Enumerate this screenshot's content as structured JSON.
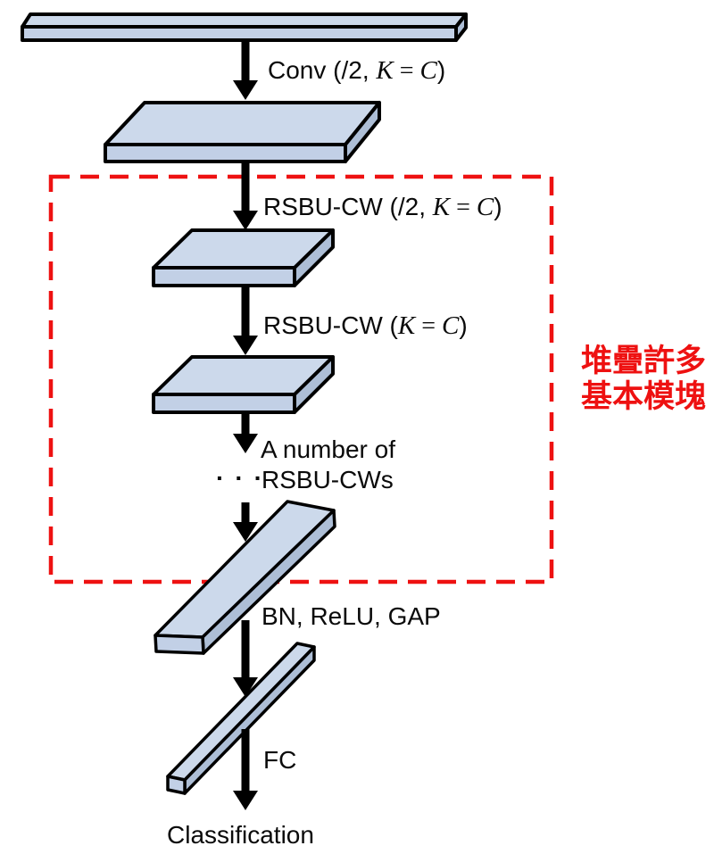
{
  "diagram": {
    "type": "neural-network-architecture-flowchart",
    "labels": {
      "conv": {
        "pre": "Conv (/2, ",
        "k": "K",
        "eq": " = ",
        "c": "C",
        "post": ")"
      },
      "rsbu1": {
        "pre": "RSBU-CW (/2, ",
        "k": "K",
        "eq": " = ",
        "c": "C",
        "post": ")"
      },
      "rsbu2": {
        "pre": "RSBU-CW (",
        "k": "K",
        "eq": " = ",
        "c": "C",
        "post": ")"
      },
      "stack_line1": "A number of",
      "stack_dots": "···",
      "stack_line2": "RSBU-CWs",
      "bn_relu_gap": "BN, ReLU, GAP",
      "fc": "FC",
      "classification": "Classification"
    },
    "annotation": {
      "line1": "堆疊許多",
      "line2": "基本模塊"
    }
  },
  "colors": {
    "red": "#ee1111",
    "outline": "#000000",
    "text": "#0a0a0a",
    "slab_top": "#ccd9eb",
    "slab_front": "#c2d0e6",
    "slab_side": "#adbed6"
  }
}
